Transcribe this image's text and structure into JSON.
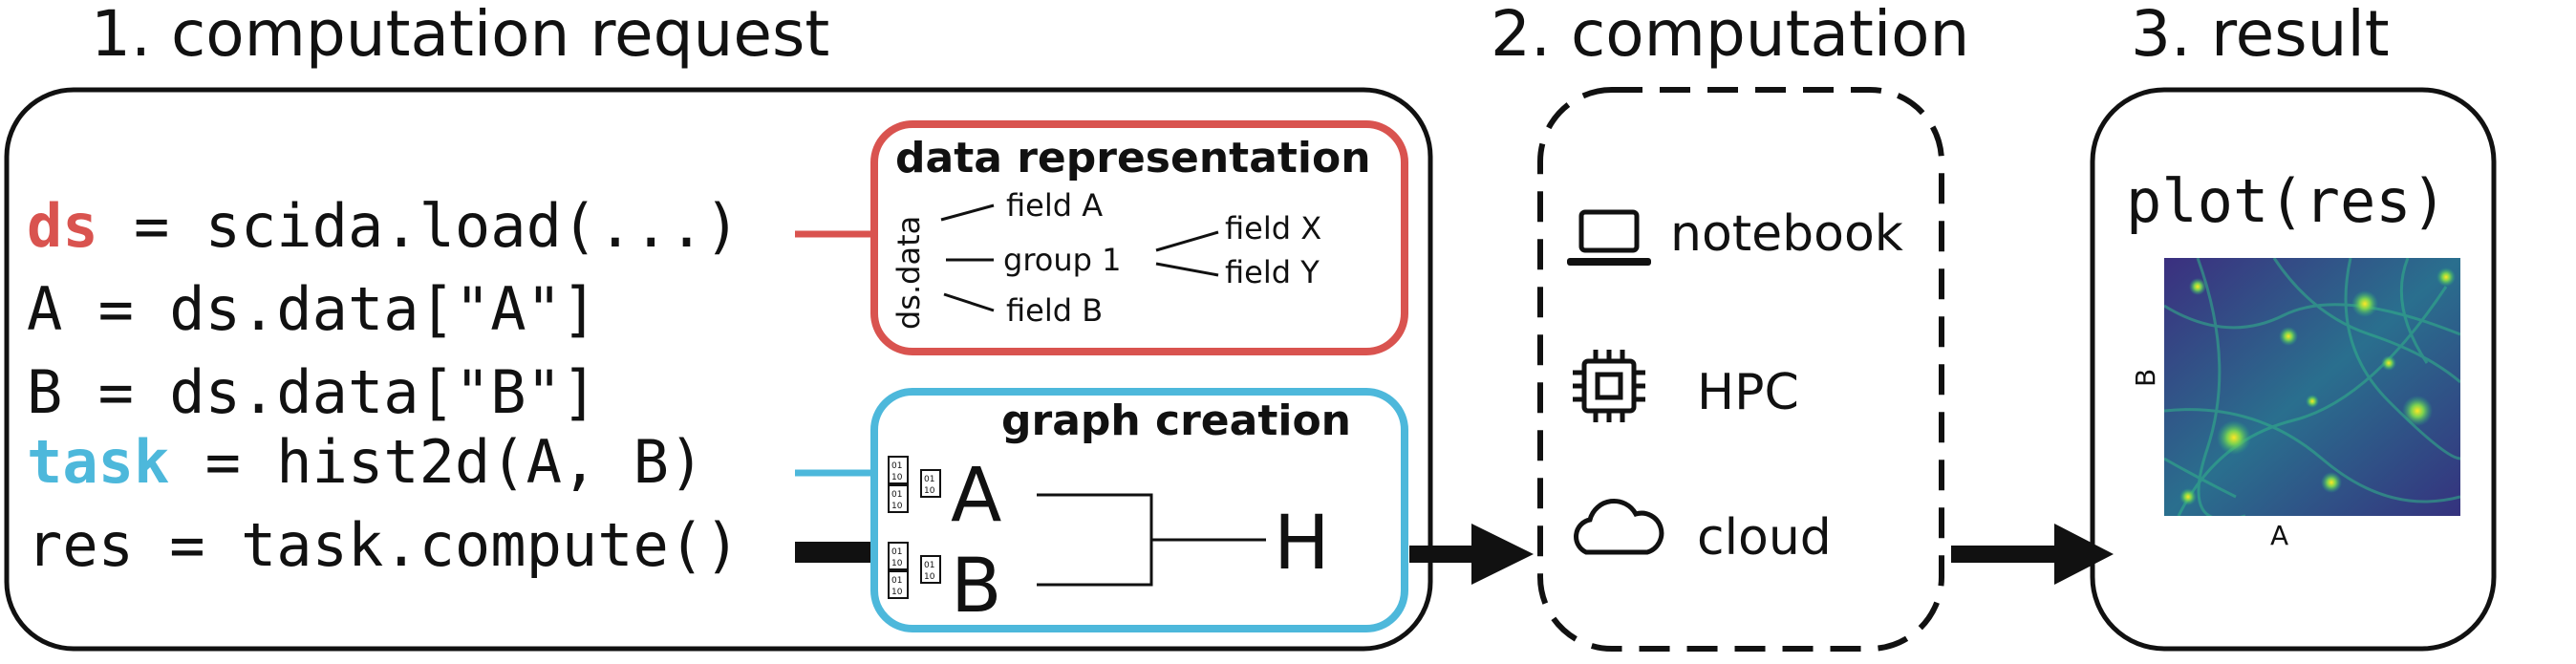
{
  "sections": {
    "request": "1. computation request",
    "computation": "2. computation",
    "result": "3. result"
  },
  "code": {
    "line1_var": "ds",
    "line1_rest": " = scida.load(...)",
    "line2": "A = ds.data[\"A\"]",
    "line3": "B = ds.data[\"B\"]",
    "line4_var": "task",
    "line4_rest": " = hist2d(A, B)",
    "line5": "res = task.compute()"
  },
  "data_representation": {
    "title": "data representation",
    "root": "ds.data",
    "field_a": "field A",
    "group": "group 1",
    "field_b": "field B",
    "field_x": "field X",
    "field_y": "field Y"
  },
  "graph_creation": {
    "title": "graph creation",
    "node_a": "A",
    "node_b": "B",
    "node_h": "H",
    "chunk_label_top": "01",
    "chunk_label_bottom": "10"
  },
  "environments": [
    {
      "label": "notebook",
      "icon": "laptop-icon"
    },
    {
      "label": "HPC",
      "icon": "chip-icon"
    },
    {
      "label": "cloud",
      "icon": "cloud-icon"
    }
  ],
  "result": {
    "code": "plot(res)",
    "xlabel": "A",
    "ylabel": "B"
  },
  "colors": {
    "red": "#d9534f",
    "blue": "#4db8db",
    "black": "#111111"
  }
}
